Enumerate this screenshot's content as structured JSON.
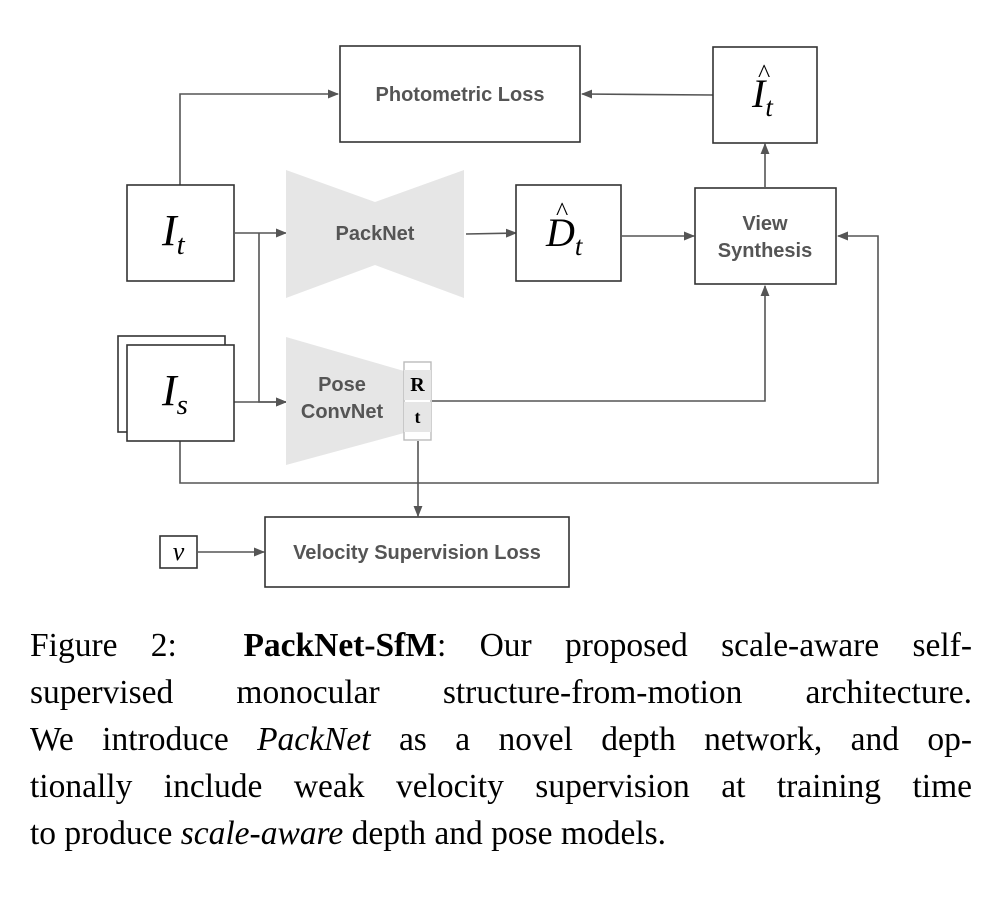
{
  "diagram": {
    "nodes": {
      "photometric_loss": "Photometric Loss",
      "i_hat_t": {
        "base": "I",
        "sub": "t"
      },
      "i_t": {
        "base": "I",
        "sub": "t"
      },
      "packnet": "PackNet",
      "d_hat_t": {
        "base": "D",
        "sub": "t"
      },
      "view_synthesis": [
        "View",
        "Synthesis"
      ],
      "i_s": {
        "base": "I",
        "sub": "s"
      },
      "pose_convnet": [
        "Pose",
        "ConvNet"
      ],
      "rotation": "R",
      "translation": "t",
      "velocity": "v",
      "velocity_loss": "Velocity Supervision Loss"
    },
    "colors": {
      "stroke": "#333333",
      "arrow": "#555555",
      "network_fill": "#e6e6e6",
      "label": "#555555"
    }
  },
  "caption": {
    "label": "Figure 2:",
    "title": "PackNet-SfM",
    "parts": [
      ": Our proposed scale-aware self-",
      "supervised monocular structure-from-motion architecture.",
      "We introduce ",
      "PackNet",
      " as a novel depth network, and op-",
      "tionally include weak velocity supervision at training time",
      "to produce ",
      "scale-aware",
      " depth and pose models."
    ]
  }
}
